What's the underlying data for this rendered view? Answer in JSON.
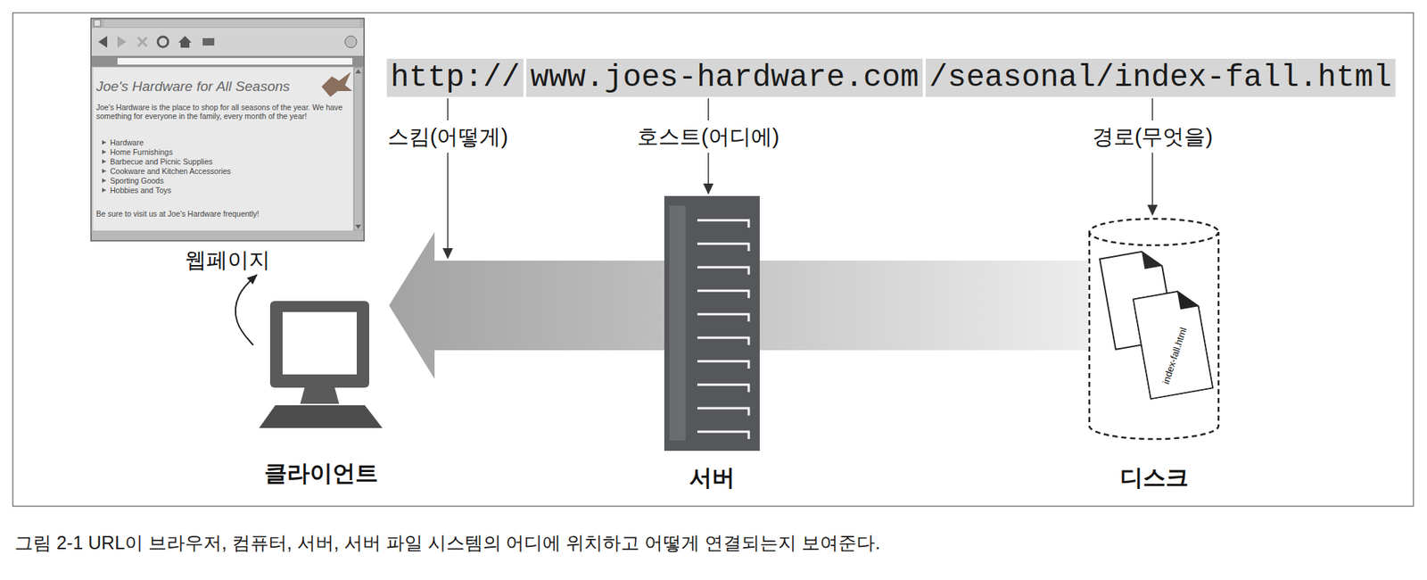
{
  "diagram": {
    "caption": "그림 2-1 URL이 브라우저, 컴퓨터, 서버, 서버 파일 시스템의 어디에 위치하고 어떻게 연결되는지 보여준다.",
    "nodes": [
      {
        "text": [
          "웹페이지"
        ]
      },
      {
        "text": [
          "http://"
        ]
      },
      {
        "text": [
          "www.joes-hardware.com"
        ]
      },
      {
        "text": [
          "/seasonal/index-fall.html"
        ]
      },
      {
        "text": [
          "클라이언트"
        ]
      },
      {
        "text": [
          "서버"
        ]
      },
      {
        "text": [
          "디스크"
        ]
      },
      {
        "text": [
          "index-fall.html"
        ],
        "in": 6
      }
    ],
    "edges": [
      {
        "from": 5,
        "to": 4,
        "arrow": "to"
      },
      {
        "from": 6,
        "to": 5,
        "arrow": "none"
      },
      {
        "from": 4,
        "to": 0,
        "arrow": "to"
      }
    ],
    "labels": [
      "Joe's Hardware for All Seasons",
      "Joe's Hardware is the place to shop for all seasons of the year. We have something for everyone in the family, every month of the year!",
      "Hardware",
      "Home Furnishings",
      "Barbecue and Picnic Supplies",
      "Cookware and Kitchen Accessories",
      "Sporting Goods",
      "Hobbies and Toys",
      "Be sure to visit us at Joe's Hardware frequently!",
      "스킴(어떻게)",
      "호스트(어디에)",
      "경로(무엇을)"
    ]
  }
}
